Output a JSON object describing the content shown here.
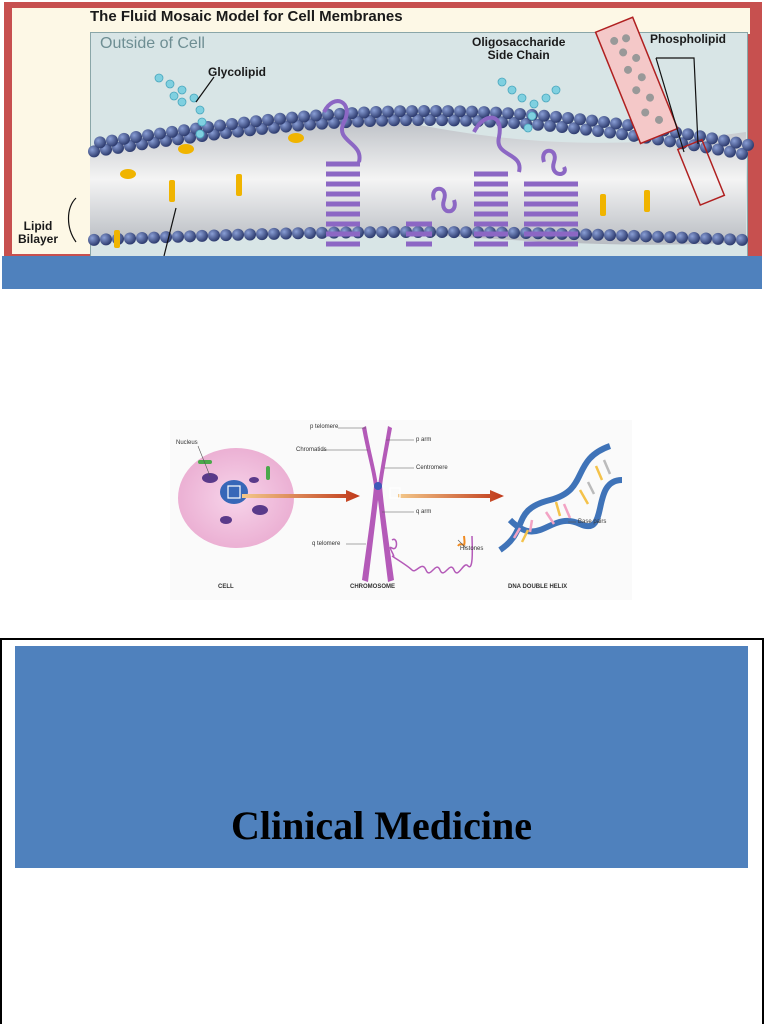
{
  "figure_membrane": {
    "title": "The Fluid Mosaic Model for Cell Membranes",
    "outside_label": "Outside of Cell",
    "labels": {
      "glycolipid": "Glycolipid",
      "oligosaccharide": "Oligosaccharide\nSide Chain",
      "phospholipid": "Phospholipid",
      "lipid_bilayer": "Lipid\nBilayer"
    },
    "colors": {
      "frame": "#c7504f",
      "head": "#3e4f86",
      "cholesterol": "#f0b400",
      "protein": "#9b79c9",
      "sugar": "#7fd0e0"
    }
  },
  "figure_chromosome": {
    "labels": {
      "nucleus": "Nucleus",
      "chromatids": "Chromatids",
      "p_telomere": "p telomere",
      "p_arm": "p arm",
      "centromere": "Centromere",
      "q_arm": "q arm",
      "q_telomere": "q telomere",
      "histones": "Histones",
      "base_pairs": "Base pairs"
    },
    "captions": {
      "cell": "CELL",
      "chromosome": "CHROMOSOME",
      "dna": "DNA DOUBLE HELIX"
    }
  },
  "cover": {
    "title": "Clinical Medicine",
    "accent": "#4f81bd"
  }
}
